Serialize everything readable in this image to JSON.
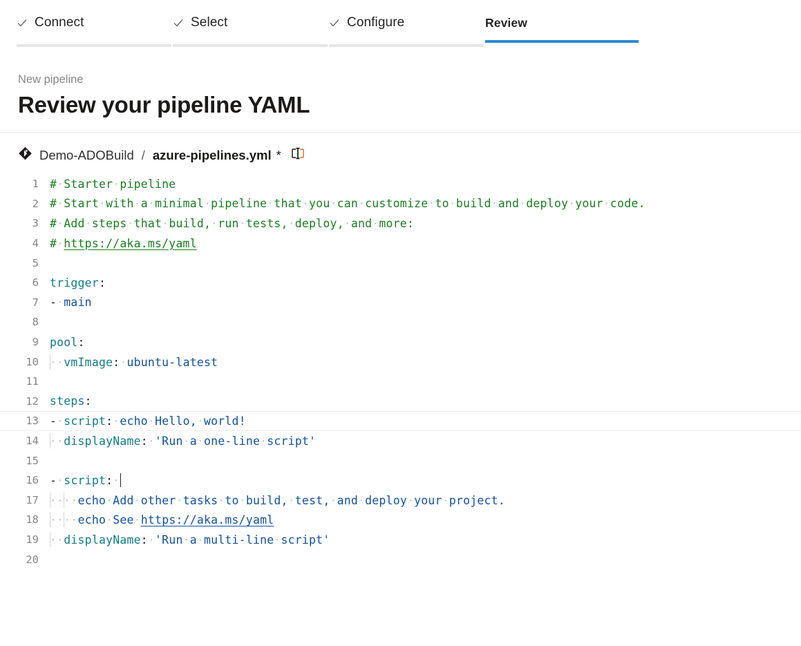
{
  "wizard": {
    "steps": [
      {
        "label": "Connect",
        "state": "done",
        "icon": "check-icon"
      },
      {
        "label": "Select",
        "state": "done",
        "icon": "check-icon"
      },
      {
        "label": "Configure",
        "state": "done",
        "icon": "check-icon"
      },
      {
        "label": "Review",
        "state": "active",
        "icon": ""
      }
    ],
    "active_color": "#2a8ad4",
    "done_rule_color": "#e6e6e6"
  },
  "header": {
    "eyebrow": "New pipeline",
    "title": "Review your pipeline YAML"
  },
  "file_bar": {
    "repo_icon": "azure-repos-icon",
    "repo_name": "Demo-ADOBuild",
    "separator": "/",
    "file_name": "azure-pipelines.yml",
    "dirty_marker": "*",
    "split_icon": "split-editor-icon"
  },
  "editor": {
    "line_numbers": [
      "1",
      "2",
      "3",
      "4",
      "5",
      "6",
      "7",
      "8",
      "9",
      "10",
      "11",
      "12",
      "13",
      "14",
      "15",
      "16",
      "17",
      "18",
      "19",
      "20"
    ],
    "highlighted_line": 13,
    "caret_line": 16,
    "lines": [
      {
        "n": "1",
        "text": "# Starter pipeline"
      },
      {
        "n": "2",
        "text": "# Start with a minimal pipeline that you can customize to build and deploy your code."
      },
      {
        "n": "3",
        "text": "# Add steps that build, run tests, deploy, and more:"
      },
      {
        "n": "4",
        "text": "# https://aka.ms/yaml"
      },
      {
        "n": "5",
        "text": ""
      },
      {
        "n": "6",
        "text": "trigger:"
      },
      {
        "n": "7",
        "text": "- main"
      },
      {
        "n": "8",
        "text": ""
      },
      {
        "n": "9",
        "text": "pool:"
      },
      {
        "n": "10",
        "text": "  vmImage: ubuntu-latest"
      },
      {
        "n": "11",
        "text": ""
      },
      {
        "n": "12",
        "text": "steps:"
      },
      {
        "n": "13",
        "text": "- script: echo Hello, world!"
      },
      {
        "n": "14",
        "text": "  displayName: 'Run a one-line script'"
      },
      {
        "n": "15",
        "text": ""
      },
      {
        "n": "16",
        "text": "- script: "
      },
      {
        "n": "17",
        "text": "    echo Add other tasks to build, test, and deploy your project."
      },
      {
        "n": "18",
        "text": "    echo See https://aka.ms/yaml"
      },
      {
        "n": "19",
        "text": "  displayName: 'Run a multi-line script'"
      },
      {
        "n": "20",
        "text": ""
      }
    ],
    "tokens": {
      "comment_1": "# Starter pipeline",
      "comment_2": "# Start with a minimal pipeline that you can customize to build and deploy your code.",
      "comment_3": "# Add steps that build, run tests, deploy, and more:",
      "comment_4_hash": "#",
      "comment_4_link": "https://aka.ms/yaml",
      "key_trigger": "trigger",
      "val_main": "main",
      "key_pool": "pool",
      "key_vmImage": "vmImage",
      "val_ubuntu": "ubuntu-latest",
      "key_steps": "steps",
      "key_script": "script",
      "val_echo_hello": "echo Hello, world!",
      "key_displayName": "displayName",
      "val_one_line": "'Run a one-line script'",
      "val_echo_add": "echo Add other tasks to build, test, and deploy your project.",
      "val_echo_see": "echo See",
      "val_see_link": "https://aka.ms/yaml",
      "val_multi_line": "'Run a multi-line script'",
      "colon": ":",
      "dash": "-"
    },
    "colors": {
      "comment": "#1a7f22",
      "key": "#0f7e84",
      "value": "#1352a2",
      "gutter": "#868686",
      "whitespace_dot": "#c8c8c8",
      "indent_guide": "#d3d3d3",
      "highlight_border": "#ececec"
    }
  }
}
